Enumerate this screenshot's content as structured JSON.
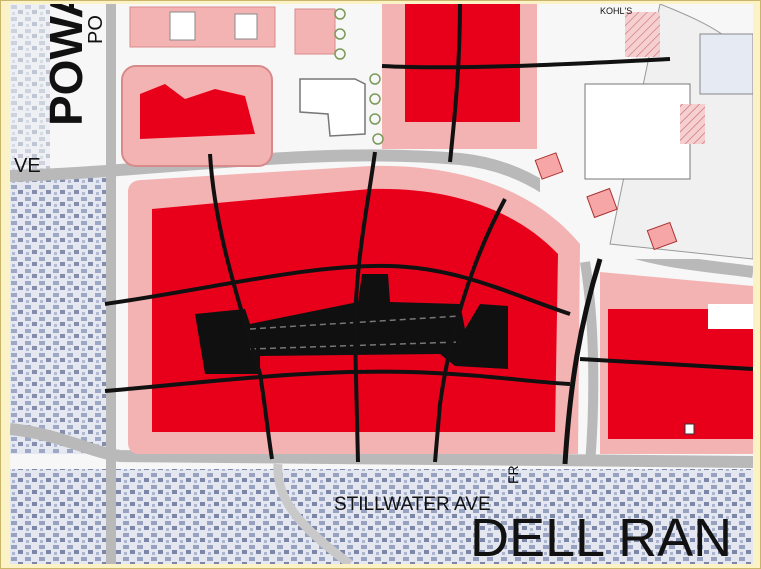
{
  "map": {
    "labels": {
      "poway": "POWAY",
      "poway_small": "PO",
      "ve_left": "VE",
      "stillwater": "STILLWATER AVE",
      "dell_ran": "DELL RAN",
      "kohls": "KOHL'S",
      "fr_vertical": "FR"
    },
    "colors": {
      "background": "#fbf3c6",
      "block_pink": "#f4b3b3",
      "building_red": "#e8001b",
      "parking_black": "#101010",
      "road_gray": "#b9b9b9",
      "street_black": "#111111",
      "urban_blue": "#6f7fa8"
    }
  }
}
